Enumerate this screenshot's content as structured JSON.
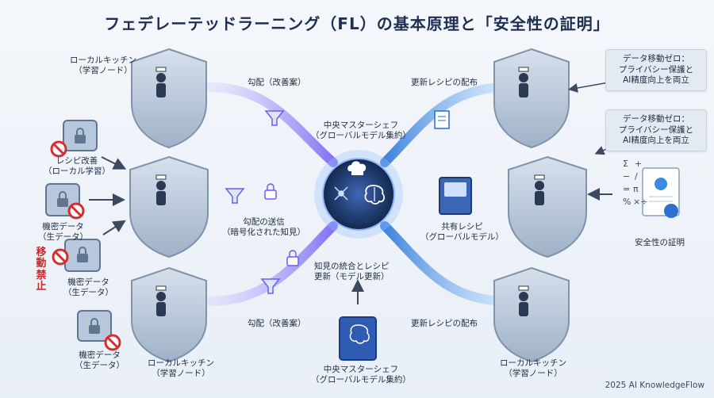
{
  "title": "フェデレーテッドラーニング（FL）の基本原理と「安全性の証明」",
  "labels": {
    "kitchen_top_left": [
      "ローカルキッチン",
      "（学習ノード）"
    ],
    "kitchen_bottom_left": [
      "ローカルキッチン",
      "（学習ノード）"
    ],
    "kitchen_bottom_right": [
      "ローカルキッチン",
      "（学習ノード）"
    ],
    "recipe_improve": [
      "レシピ改善",
      "（ローカル学習）"
    ],
    "secret_data_1": [
      "機密データ",
      "（生データ）"
    ],
    "secret_data_2": [
      "機密データ",
      "（生データ）"
    ],
    "secret_data_3": [
      "機密データ",
      "（生データ）"
    ],
    "no_move": "移動禁止",
    "gradient_top": "勾配（改善案）",
    "gradient_bottom": "勾配（改善案）",
    "gradient_send": [
      "勾配の送信",
      "（暗号化された知見）"
    ],
    "central_chef_top": [
      "中央マスターシェフ",
      "（グローバルモデル集約）"
    ],
    "central_chef_bottom": [
      "中央マスターシェフ",
      "（グローバルモデル集約）"
    ],
    "integration": [
      "知見の統合とレシピ",
      "更新（モデル更新）"
    ],
    "shared_recipe": [
      "共有レシピ",
      "（グローバルモデル）"
    ],
    "update_top": "更新レシピの配布",
    "update_bottom": "更新レシピの配布",
    "proof": "安全性の証明"
  },
  "callouts": {
    "top": [
      "データ移動ゼロ：",
      "プライバシー保護と",
      "AI精度向上を両立"
    ],
    "middle": [
      "データ移動ゼロ：",
      "プライバシー保護と",
      "AI精度向上を両立"
    ]
  },
  "footer": "2025 AI KnowledgeFlow",
  "colors": {
    "title": "#1d2f52",
    "gradient_flow": "#7b6cf0",
    "update_flow": "#2f7fe0",
    "shield": "#9fb2c8",
    "prohibit": "#d32f2f",
    "center": "#1f3a6b"
  },
  "icons": [
    "shield-icon",
    "chef-icon",
    "lock-icon",
    "funnel-icon",
    "safe-icon",
    "prohibit-icon",
    "brain-icon",
    "book-icon",
    "document-icon",
    "certificate-icon"
  ]
}
